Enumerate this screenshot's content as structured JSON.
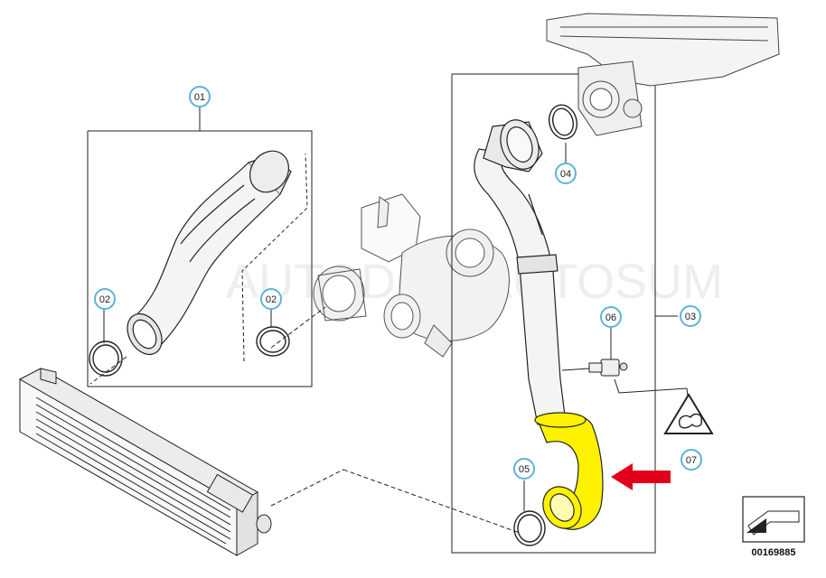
{
  "callouts": {
    "c01": "01",
    "c02a": "02",
    "c02b": "02",
    "c03": "03",
    "c04": "04",
    "c05": "05",
    "c06": "06",
    "c07": "07"
  },
  "watermark": "AUTODOC AUTOSUM",
  "diagram_code": "00169885",
  "colors": {
    "callout_ring": "#5bb4d8",
    "highlight": "#fff200",
    "arrow": "#e3001b",
    "line": "#222222"
  }
}
